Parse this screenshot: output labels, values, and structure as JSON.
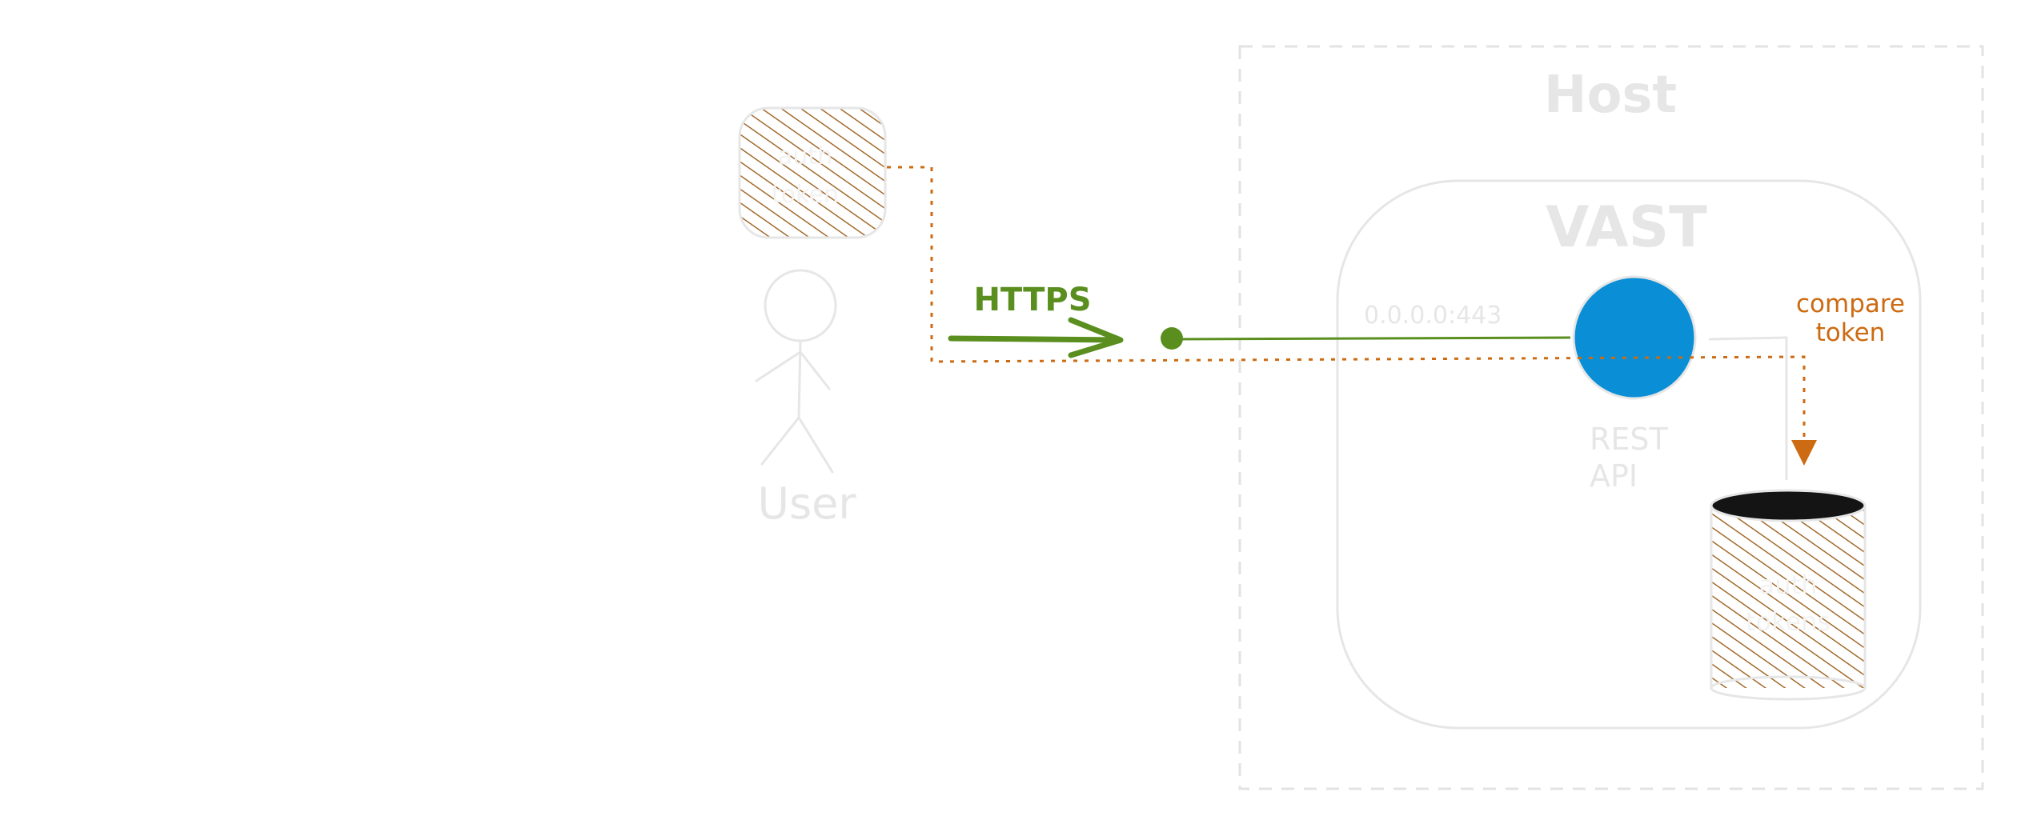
{
  "diagram": {
    "host_label": "Host",
    "vast_label": "VAST",
    "user_label": "User",
    "protocol_label": "HTTPS",
    "bind_address": "0.0.0.0:443",
    "api_label_line1": "REST",
    "api_label_line2": "API",
    "compare_line1": "compare",
    "compare_line2": "token",
    "auth_token_user_line1": "auth",
    "auth_token_user_line2": "token",
    "auth_tokens_store_line1": "auth",
    "auth_tokens_store_line2": "tokens"
  },
  "colors": {
    "faint": "#e6e6e6",
    "green": "#5a8f1f",
    "orange": "#cc6b12",
    "hatch": "#a26a2c",
    "api_blue": "#0a8fd6",
    "db_top": "#141414"
  }
}
